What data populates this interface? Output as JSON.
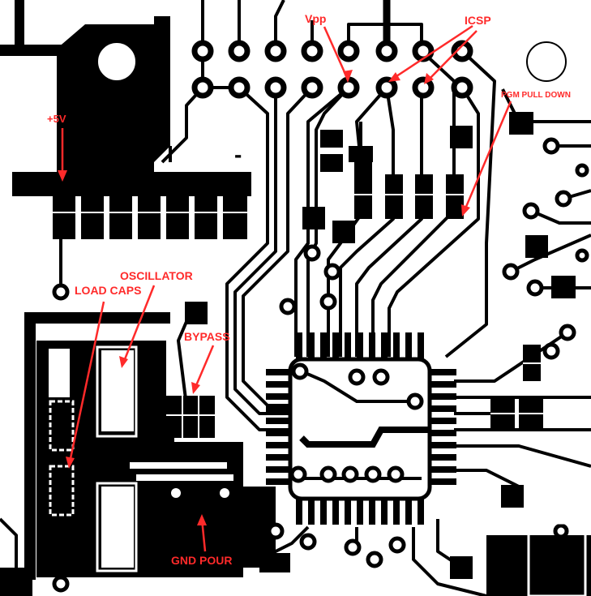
{
  "colors": {
    "background": "#ffffff",
    "copper": "#000000",
    "annotation": "#ff2a2a"
  },
  "annotations": {
    "vpp": "Vpp",
    "icsp": "ICSP",
    "pgm_pull_down": "PGM PULL DOWN",
    "plus_5v": "+5V",
    "oscillator": "OSCILLATOR",
    "load_caps": "LOAD CAPS",
    "bypass": "BYPASS",
    "gnd_pour": "GND POUR"
  },
  "silkscreen": {
    "plus_sign": "+",
    "minus_sign": "-"
  }
}
